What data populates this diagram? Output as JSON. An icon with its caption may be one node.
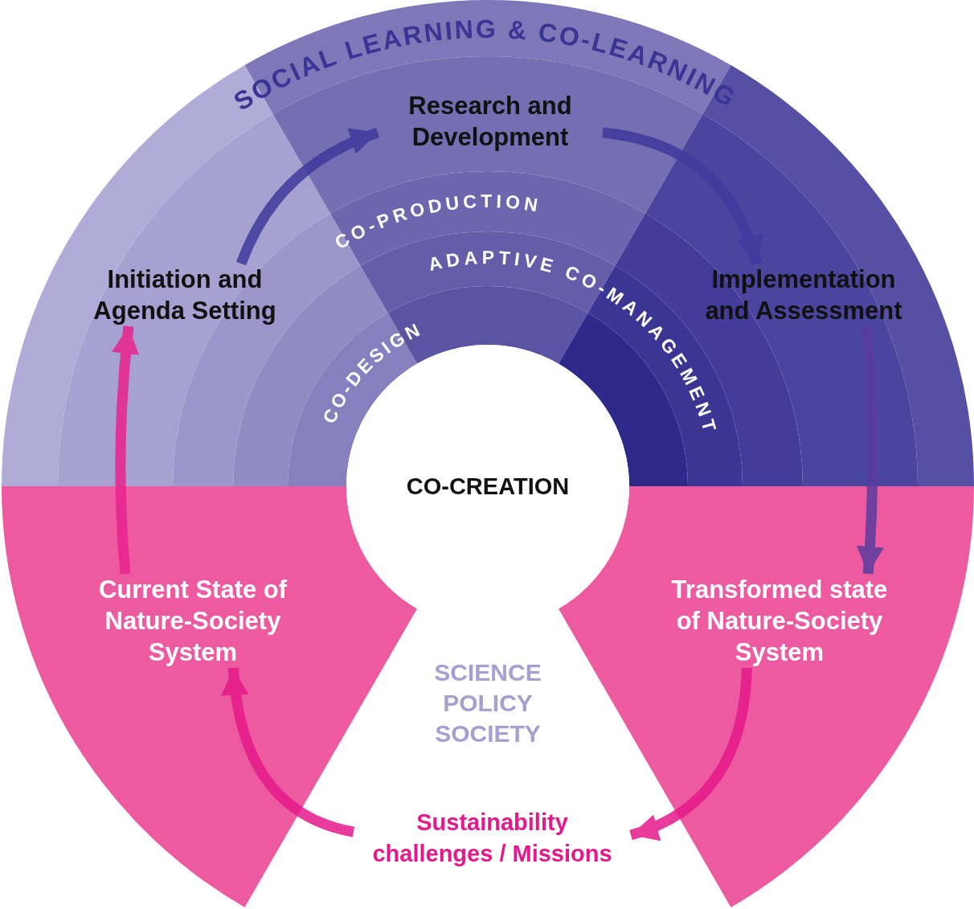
{
  "diagram": {
    "nodes": [
      {
        "text": [
          "Research and Development"
        ]
      },
      {
        "text": [
          "Initiation and Agenda Setting"
        ]
      },
      {
        "text": [
          "Implementation and Assessment"
        ]
      },
      {
        "text": [
          "CO-CREATION"
        ]
      },
      {
        "text": [
          "Current State of Nature-Society System"
        ]
      },
      {
        "text": [
          "Transformed state of Nature-Society System"
        ]
      },
      {
        "text": [
          "Sustainability challenges / Missions"
        ]
      }
    ],
    "edges": [
      {
        "from": 1,
        "to": 0,
        "arrow": "to",
        "color": "#3f3a9c"
      },
      {
        "from": 0,
        "to": 2,
        "arrow": "to",
        "color": "#3f3a9c"
      },
      {
        "from": 2,
        "to": 5,
        "arrow": "to",
        "color": "#5a3c9e"
      },
      {
        "from": 5,
        "to": 6,
        "arrow": "to",
        "color": "#e5198a"
      },
      {
        "from": 6,
        "to": 4,
        "arrow": "to",
        "color": "#e5198a"
      },
      {
        "from": 4,
        "to": 1,
        "arrow": "to",
        "color": "#e8238e"
      }
    ],
    "labels": [
      "SOCIAL LEARNING & CO-LEARNING",
      "CO-PRODUCTION",
      "ADAPTIVE CO-MANAGEMENT",
      "CO-DESIGN",
      "SCIENCE POLICY SOCIETY"
    ]
  }
}
